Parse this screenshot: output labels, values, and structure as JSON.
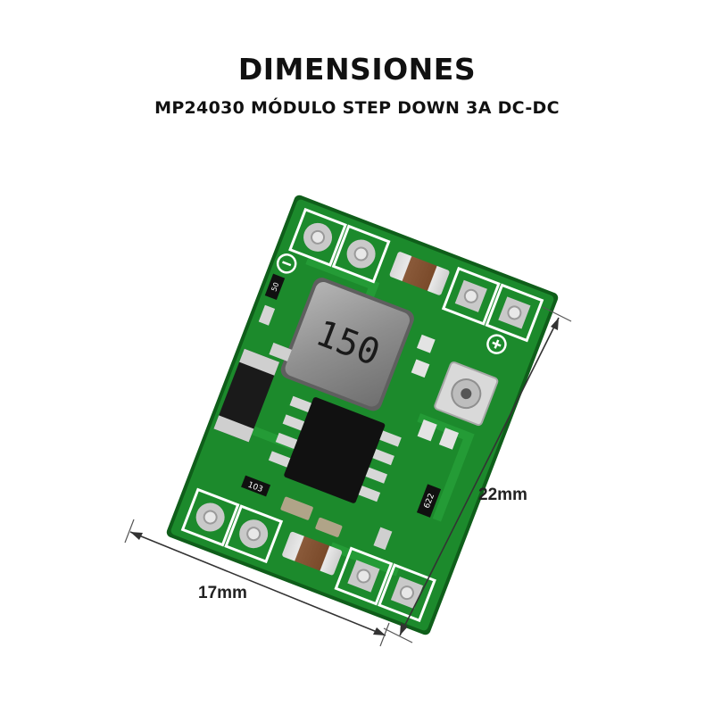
{
  "header": {
    "title": "DIMENSIONES",
    "subtitle": "MP24030 MÓDULO STEP DOWN 3A DC-DC"
  },
  "board": {
    "inductor_marking": "150",
    "resistor_top_marking": "50",
    "resistor_left_marking": "103",
    "resistor_right_marking": "622",
    "polarity_minus": "−",
    "polarity_plus": "+"
  },
  "dimensions": {
    "width_label": "17mm",
    "height_label": "22mm"
  },
  "colors": {
    "pcb": "#1c8a2c",
    "pcb_edge": "#0f5e1a",
    "trace": "#28a33a",
    "silkscreen": "#ffffff",
    "chip": "#111111",
    "inductor": "#8c8c8c"
  }
}
